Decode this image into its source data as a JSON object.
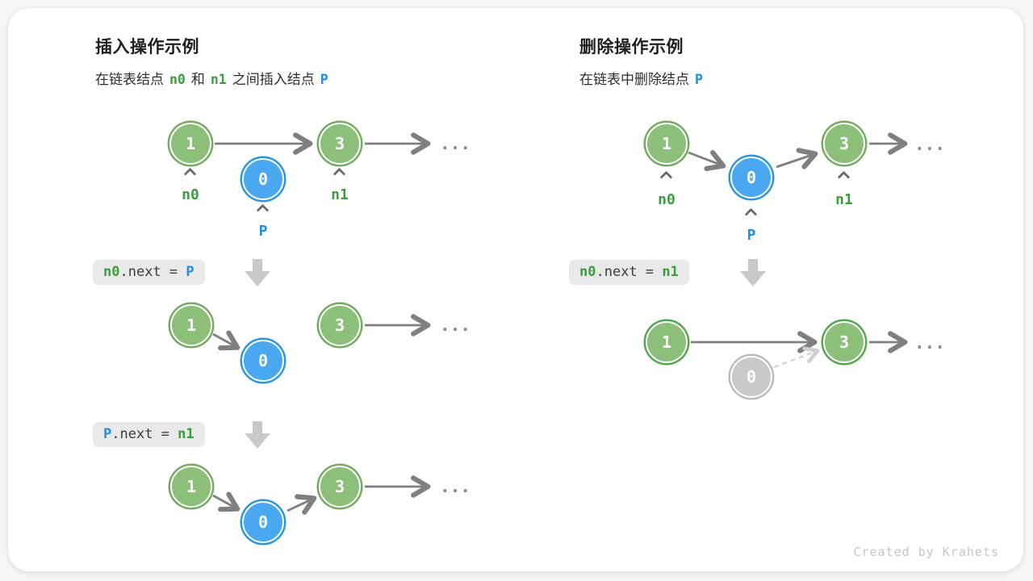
{
  "credit": "Created by Krahets",
  "colors": {
    "node_green_fill": "#8cc07a",
    "node_green_ring": "#74ab5e",
    "node_green_ring_bright": "#53a64f",
    "node_blue_fill": "#49a8ef",
    "node_blue_ring": "#2b95e4",
    "node_gray_fill": "#c9c9c9",
    "arrow_gray": "#7f7f7f",
    "dashed_gray": "#d0d0d0",
    "label_green": "#3a9e3f",
    "label_blue": "#1b8fe8",
    "code_background": "#e9e9e9"
  },
  "insert": {
    "title": "插入操作示例",
    "subtitle": {
      "t1": "在链表结点",
      "n0": "n0",
      "t2": "和",
      "n1": "n1",
      "t3": "之间插入结点",
      "p": "P"
    },
    "fig1": {
      "v1": "1",
      "vp": "0",
      "v3": "3",
      "dots": "...",
      "label_n0": "n0",
      "label_n1": "n1",
      "label_p": "P"
    },
    "code1": {
      "a": "n0",
      "b": ".next = ",
      "c": "P"
    },
    "fig2": {
      "v1": "1",
      "vp": "0",
      "v3": "3",
      "dots": "..."
    },
    "code2": {
      "a": "P",
      "b": ".next = ",
      "c": "n1"
    },
    "fig3": {
      "v1": "1",
      "vp": "0",
      "v3": "3",
      "dots": "..."
    }
  },
  "delete": {
    "title": "删除操作示例",
    "subtitle": {
      "t1": "在链表中删除结点",
      "p": "P"
    },
    "fig1": {
      "v1": "1",
      "vp": "0",
      "v3": "3",
      "dots": "...",
      "label_n0": "n0",
      "label_n1": "n1",
      "label_p": "P"
    },
    "code1": {
      "a": "n0",
      "b": ".next = ",
      "c": "n1"
    },
    "fig2": {
      "v1": "1",
      "v3": "3",
      "vremoved": "0",
      "dots": "..."
    }
  }
}
